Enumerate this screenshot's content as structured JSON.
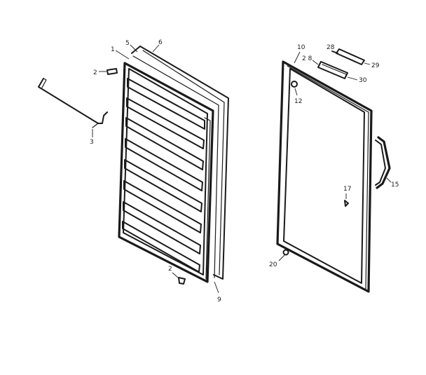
{
  "callouts": {
    "c1": "1",
    "c2_top": "2",
    "c2_bottom": "2",
    "c3": "3",
    "c5": "5",
    "c6": "6",
    "c9": "9",
    "c10": "10",
    "c12": "12",
    "c15": "15",
    "c17": "17",
    "c20": "20",
    "c28": "28",
    "c29": "29",
    "c30": "30",
    "c28b": "2 8"
  },
  "colors": {
    "line": "#1a1a1a",
    "background": "#ffffff"
  },
  "icons": {
    "shelf_bracket": "wire-rod-icon",
    "inner_liner": "door-liner-panel",
    "outer_door": "door-frame-panel",
    "handle": "door-handle-icon"
  }
}
